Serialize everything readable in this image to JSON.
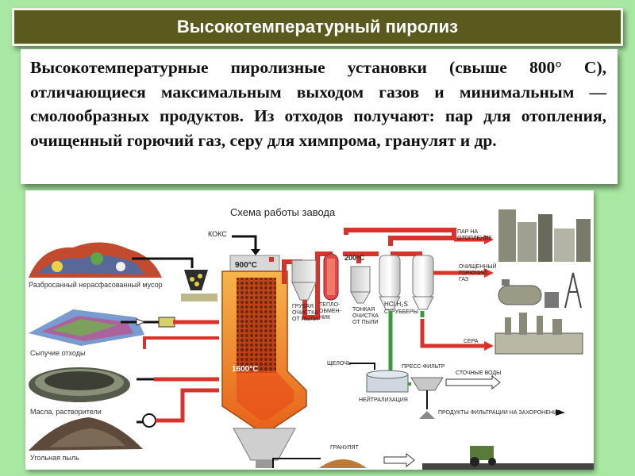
{
  "title": "Высокотемпературный пиролиз",
  "body_text": "Высокотемпературные пиролизные установки (свыше 800° С), отличающиеся максимальным выходом газов и минимальным — смолообразных продуктов. Из отходов получают: пар для отопления, очищенный горючий газ, серу для химпрома, гранулят и др.",
  "diagram": {
    "heading": "Схема работы завода",
    "inputs": {
      "mixed_garbage": "Разбросанный нерасфасованный мусор",
      "bulk_waste": "Сыпучие отходы",
      "oils_solvents": "Масла, растворители",
      "coal_dust": "Угольная пыль"
    },
    "coke": "КОКС",
    "temp_top": "900°С",
    "temp_bottom": "1600°С",
    "temp_exchanger": "200°С",
    "rough_cleaning": [
      "ГРУБАЯ",
      "ОЧИСТКА",
      "ОТ ПЫЛИ"
    ],
    "heat_exchanger": [
      "ТЕПЛО-",
      "ОБМЕН-",
      "НИК"
    ],
    "fine_cleaning": [
      "ТОНКАЯ",
      "ОЧИСТКА",
      "ОТ ПЫЛИ"
    ],
    "scrubbers": [
      "HCl  H₂S",
      "СКРУББЕРЫ"
    ],
    "steam_heating": [
      "ПАР НА",
      "ОТОПЛЕНИЕ"
    ],
    "clean_gas": [
      "ОЧИЩЕННЫЙ",
      "ГОРЮЧИЙ",
      "ГАЗ"
    ],
    "sulfur": "СЕРА",
    "alkali": "ЩЕЛОЧЬ",
    "press_filter": "ПРЕСС-ФИЛЬТР",
    "wastewater": "СТОЧНЫЕ ВОДЫ",
    "neutralization": "НЕЙТРАЛИЗАЦИЯ",
    "filtration_products": "ПРОДУКТЫ ФИЛЬТРАЦИИ НА ЗАХОРОНЕНИЕ",
    "granulate": "ГРАНУЛЯТ"
  },
  "colors": {
    "background": "#a9e8a3",
    "title_bar": "#5b5a1e",
    "pipe_red": "#d8322b",
    "pipe_green": "#3a9a3a",
    "reactor_orange": "#f08a1e"
  }
}
